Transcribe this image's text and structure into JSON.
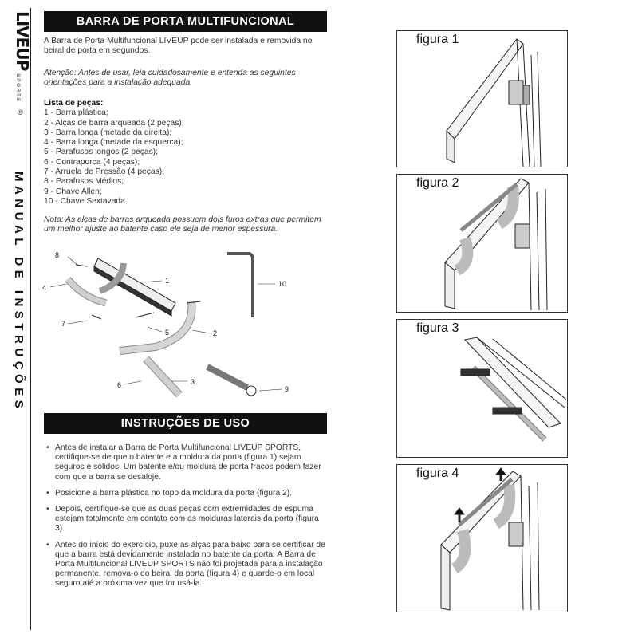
{
  "spine": {
    "brand": "LIVEUP",
    "brand_sub": "SPORTS",
    "registered": "®",
    "manual_title": "MANUAL DE INSTRUÇÕES"
  },
  "section1": {
    "header": "BARRA DE PORTA MULTIFUNCIONAL",
    "intro": "A Barra de Porta Multifuncional LIVEUP pode ser instalada e removida no beiral de porta em segundos.",
    "attention": "Atenção: Antes de usar, leia cuidadosamente e entenda as seguintes orientações para a instalação adequada.",
    "parts_title": "Lista de peças:",
    "parts": [
      "1 - Barra plástica;",
      "2 - Alças de barra arqueada (2 peças);",
      "3 - Barra longa (metade da direita);",
      "4 - Barra longa (metade da esquerca);",
      "5 - Parafusos longos (2 peças);",
      "6 - Contraporca (4 peças);",
      "7 - Arruela de Pressão (4 peças);",
      "8 - Parafusos Médios;",
      "9 - Chave Allen;",
      "10 - Chave Sextavada."
    ],
    "note": "Nota: As alças de barras arqueada possuem dois furos extras que permitem um melhor ajuste ao batente caso ele seja de menor espessura.",
    "callouts": [
      "8",
      "4",
      "1",
      "10",
      "7",
      "5",
      "2",
      "6",
      "3",
      "9"
    ]
  },
  "section2": {
    "header": "INSTRUÇÕES DE USO",
    "items": [
      "Antes de instalar a Barra de Porta Multifuncional LIVEUP SPORTS, certifique-se de que o batente e a moldura da porta (figura 1) sejam seguros e sólidos. Um batente e/ou moldura de porta fracos podem fazer com que a barra se desaloje.",
      "Posicione a barra plástica no topo da moldura da porta (figura 2).",
      "Depois, certifique-se que as duas peças com extremidades de espuma estejam totalmente em contato com as molduras laterais da porta (figura 3).",
      "Antes do início do exercício, puxe as alças para baixo para se certificar de que a barra está devidamente instalada no batente da porta. A Barra de Porta Multifuncional LIVEUP SPORTS não foi projetada para a instalação permanente, remova-o do beiral da porta (figura 4) e guarde-o em local seguro até a próxima vez que for usá-la."
    ]
  },
  "figures": [
    {
      "label": "figura 1"
    },
    {
      "label": "figura 2"
    },
    {
      "label": "figura 3"
    },
    {
      "label": "figura 4"
    }
  ]
}
